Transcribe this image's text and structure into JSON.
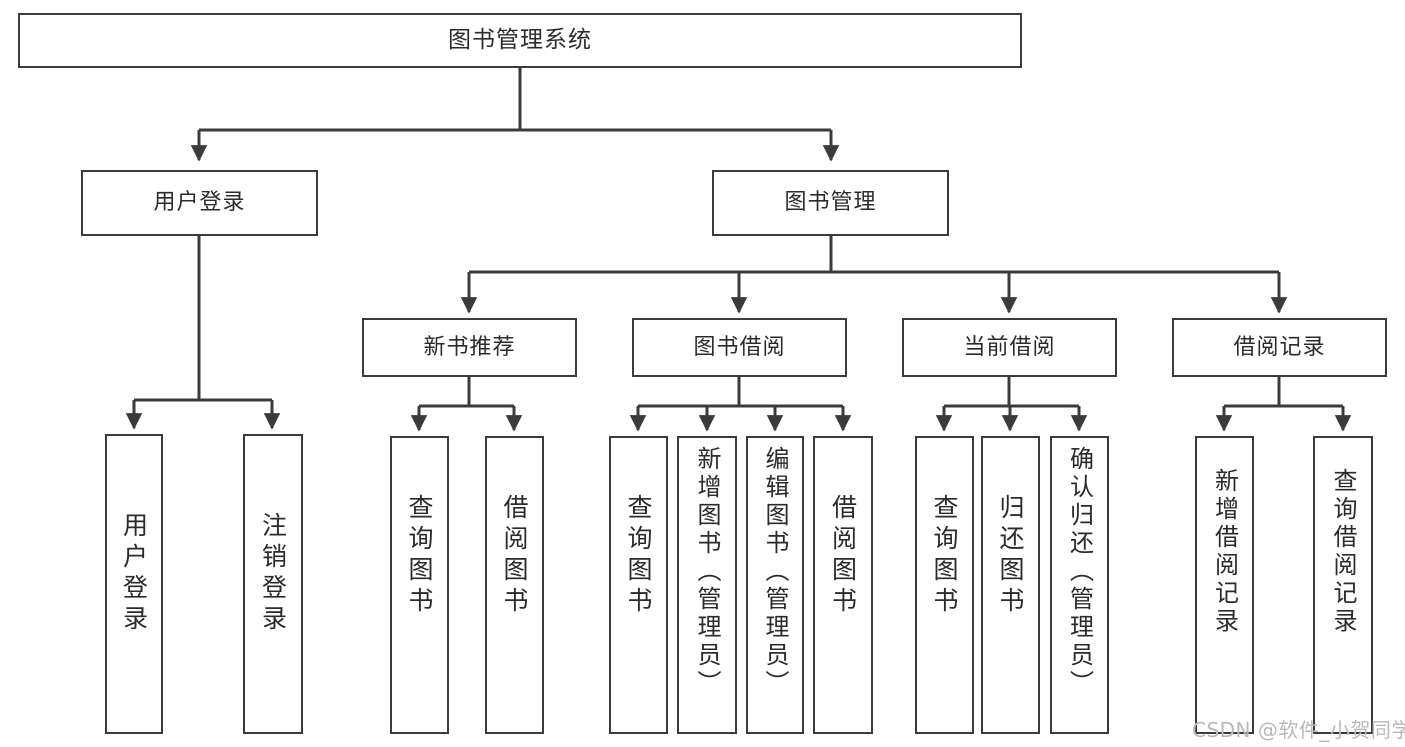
{
  "diagram": {
    "title_text": "图书管理系统",
    "watermark": "CSDN @软件_小贺同学",
    "colors": {
      "stroke": "#3b3b3b",
      "box_fill": "#ffffff",
      "text": "#2b2b2b",
      "watermark": "#b9b9b9",
      "background": "#ffffff"
    },
    "nodes": {
      "root": {
        "label": "图书管理系统"
      },
      "level2": [
        {
          "id": "user-login",
          "label": "用户登录"
        },
        {
          "id": "book-management",
          "label": "图书管理"
        }
      ],
      "level3": [
        {
          "id": "new-book-recommend",
          "label": "新书推荐"
        },
        {
          "id": "book-borrow",
          "label": "图书借阅"
        },
        {
          "id": "current-borrow",
          "label": "当前借阅"
        },
        {
          "id": "borrow-record",
          "label": "借阅记录"
        }
      ],
      "leaves": {
        "user_login": [
          {
            "id": "leaf-user-login",
            "label": "用户登录"
          },
          {
            "id": "leaf-logout-login",
            "label": "注销登录"
          }
        ],
        "new_book_recommend": [
          {
            "id": "leaf-query-book-1",
            "label": "查询图书"
          },
          {
            "id": "leaf-borrow-book-1",
            "label": "借阅图书"
          }
        ],
        "book_borrow": [
          {
            "id": "leaf-query-book-2",
            "label": "查询图书"
          },
          {
            "id": "leaf-add-book-admin",
            "label": "新增图书（管理员）"
          },
          {
            "id": "leaf-edit-book-admin",
            "label": "编辑图书（管理员）"
          },
          {
            "id": "leaf-borrow-book-2",
            "label": "借阅图书"
          }
        ],
        "current_borrow": [
          {
            "id": "leaf-query-book-3",
            "label": "查询图书"
          },
          {
            "id": "leaf-return-book",
            "label": "归还图书"
          },
          {
            "id": "leaf-confirm-return-admin",
            "label": "确认归还（管理员）"
          }
        ],
        "borrow_record": [
          {
            "id": "leaf-add-borrow-record",
            "label": "新增借阅记录"
          },
          {
            "id": "leaf-query-borrow-record",
            "label": "查询借阅记录"
          }
        ]
      }
    }
  }
}
